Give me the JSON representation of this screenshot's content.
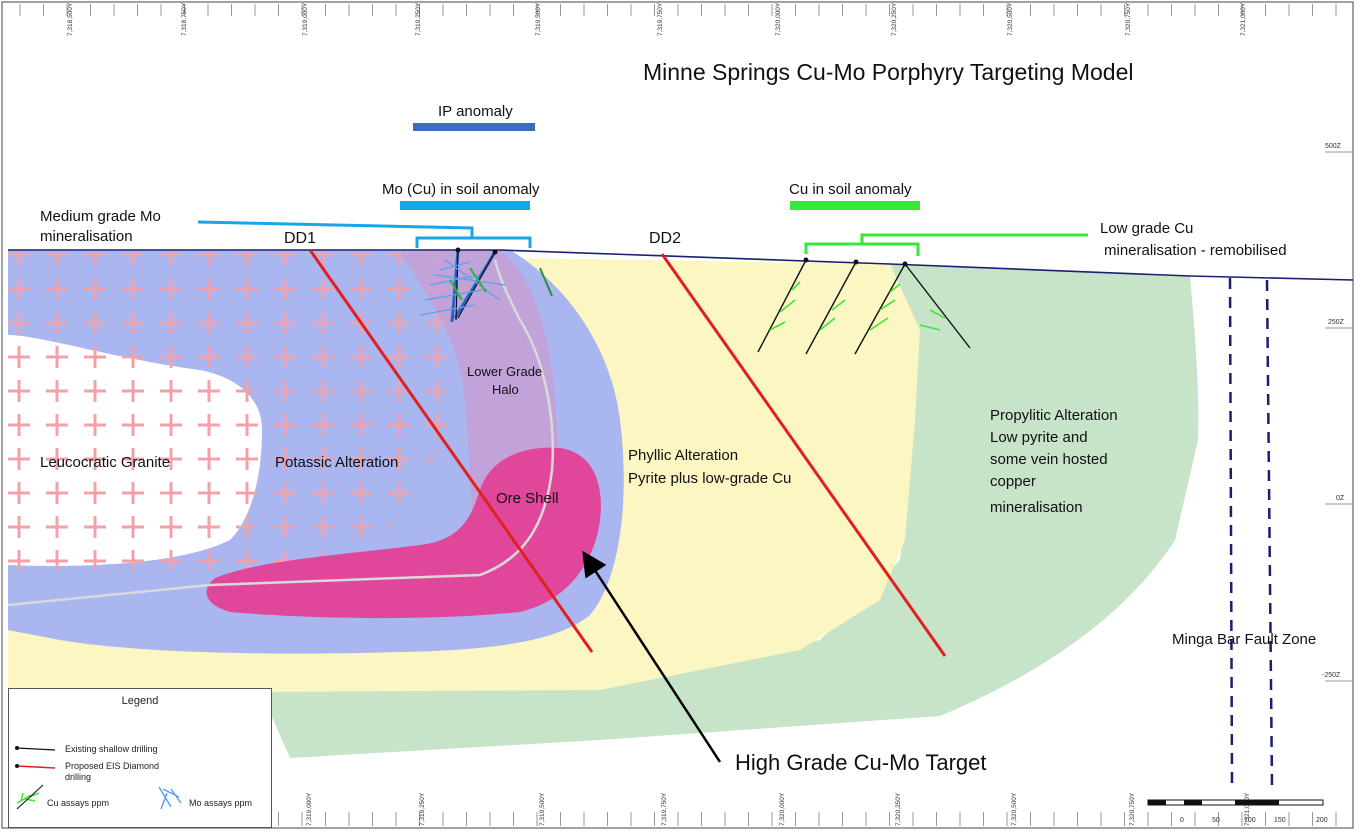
{
  "title": "Minne Springs Cu-Mo Porphyry Targeting Model",
  "top_ticks": [
    "7,318,500Y",
    "7,318,750Y",
    "7,319,000Y",
    "7,319,250Y",
    "7,319,500Y",
    "7,319,750Y",
    "7,320,000Y",
    "7,320,250Y",
    "7,320,500Y",
    "7,320,750Y",
    "7,321,000Y"
  ],
  "bottom_ticks": [
    "7,319,000Y",
    "7,319,250Y",
    "7,319,500Y",
    "7,319,750Y",
    "7,320,000Y",
    "7,320,250Y",
    "7,320,500Y",
    "7,320,750Y",
    "7,321,000Y"
  ],
  "elevation_ticks": [
    "500Z",
    "250Z",
    "0Z",
    "-250Z"
  ],
  "anomalies": {
    "ip": "IP anomaly",
    "mo_soil": "Mo (Cu) in soil anomaly",
    "cu_soil": "Cu in soil anomaly"
  },
  "labels": {
    "medium_mo_1": "Medium grade Mo",
    "medium_mo_2": "mineralisation",
    "low_cu_1": "Low grade Cu",
    "low_cu_2": "mineralisation - remobilised",
    "dd1": "DD1",
    "dd2": "DD2",
    "lower_halo_1": "Lower Grade",
    "lower_halo_2": "Halo",
    "leucocratic": "Leucocratic Granite",
    "potassic": "Potassic Alteration",
    "ore_shell": "Ore Shell",
    "phyllic_1": "Phyllic Alteration",
    "phyllic_2": "Pyrite plus low-grade Cu",
    "propylitic_1": "Propylitic Alteration",
    "propylitic_2": "Low pyrite and",
    "propylitic_3": "some vein hosted",
    "propylitic_4": "copper",
    "propylitic_5": "mineralisation",
    "fault": "Minga Bar Fault Zone",
    "target": "High Grade Cu-Mo Target"
  },
  "scale_bar": [
    "0",
    "50",
    "100",
    "150",
    "200"
  ],
  "legend": {
    "title": "Legend",
    "existing": "Existing shallow drilling",
    "proposed_1": "Proposed EIS Diamond",
    "proposed_2": "drilling",
    "cu_assays": "Cu assays ppm",
    "mo_assays": "Mo assays ppm"
  },
  "colors": {
    "potassic": "#aab6f0",
    "phyllic": "#fbf6c2",
    "propylitic": "#c7e3c8",
    "ore_shell": "#e0479a",
    "halo": "#c6a0d6",
    "ip_bar": "#3a6fbf",
    "mo_bar": "#19a6e6",
    "cu_bar": "#39e63a",
    "drill_proposed": "#e02020",
    "fault": "#1a1f6e",
    "cross": "#f4a0a8"
  }
}
